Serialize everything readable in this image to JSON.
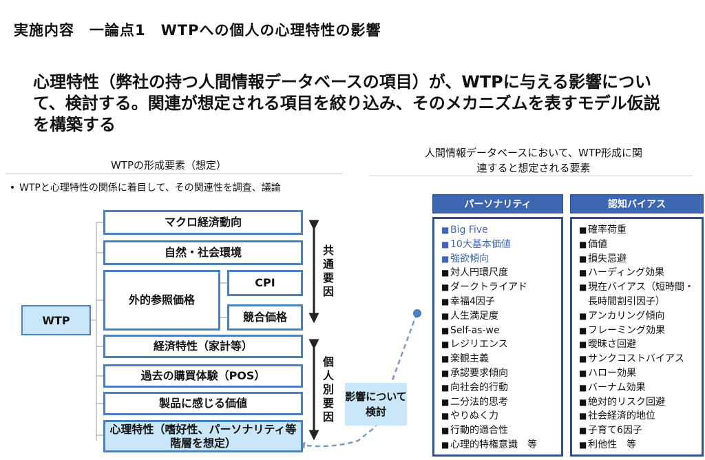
{
  "title": "実施内容　一論点1　WTPへの個人の心理特性の影響",
  "lead": "心理特性（弊社の持つ人間情報データベースの項目）が、WTPに与える影響について、検討する。関連が想定される項目を絞り込み、そのメカニズムを表すモデル仮説を構築する",
  "left_section": {
    "heading": "WTPの形成要素（想定）",
    "bullet": "WTPと心理特性の関係に着目して、その関連性を調査、議論",
    "wtp_label": "WTP",
    "factors": {
      "macro": "マクロ経済動向",
      "nature": "自然・社会環境",
      "external_ref": "外的参照価格",
      "cpi": "CPI",
      "competitor": "競合価格",
      "economic": "経済特性（家計等）",
      "past_purchase": "過去の購買体験（POS）",
      "product_value": "製品に感じる価値",
      "psych": "心理特性（嗜好性、パーソナリティ等階層を想定）"
    },
    "common_label": [
      "共",
      "通",
      "要",
      "因"
    ],
    "individual_label": [
      "個",
      "人",
      "別",
      "要",
      "因"
    ]
  },
  "right_section": {
    "heading_line1": "人間情報データベースにおいて、WTP形成に関",
    "heading_line2": "連すると想定される要素",
    "personality": {
      "header": "パーソナリティ",
      "highlighted": [
        "Big Five",
        "10大基本価値",
        "強欲傾向"
      ],
      "items": [
        "対人円環尺度",
        "ダークトライアド",
        "幸福4因子",
        "人生満足度",
        "Self-as-we",
        "レジリエンス",
        "楽観主義",
        "承認要求傾向",
        "向社会的行動",
        "二分法的思考",
        "やりぬく力",
        "行動的適合性",
        "心理的特権意識　等"
      ]
    },
    "bias": {
      "header": "認知バイアス",
      "items": [
        "確率荷重",
        "価値",
        "損失忌避",
        "ハーディング効果",
        "現在バイアス（短時間・長時間割引因子）",
        "アンカリング傾向",
        "フレーミング効果",
        "曖昧さ回避",
        "サンクコストバイアス",
        "ハロー効果",
        "バーナム効果",
        "絶対的リスク回避",
        "社会経済的地位",
        "子育て6因子",
        "利他性　等"
      ]
    },
    "note": "影響について検討"
  },
  "colors": {
    "box_border": "#4a7fc0",
    "light_fill": "#c9e7f9",
    "header_fill": "#3f67b1",
    "dark_border": "#2f528f"
  }
}
